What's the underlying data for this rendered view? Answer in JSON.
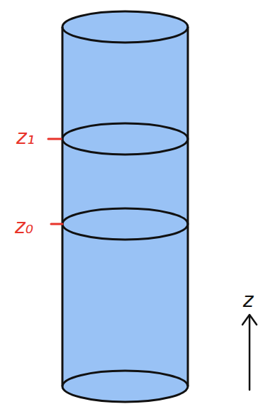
{
  "diagram": {
    "labels": [
      "z₁",
      "z₀",
      "z"
    ]
  }
}
